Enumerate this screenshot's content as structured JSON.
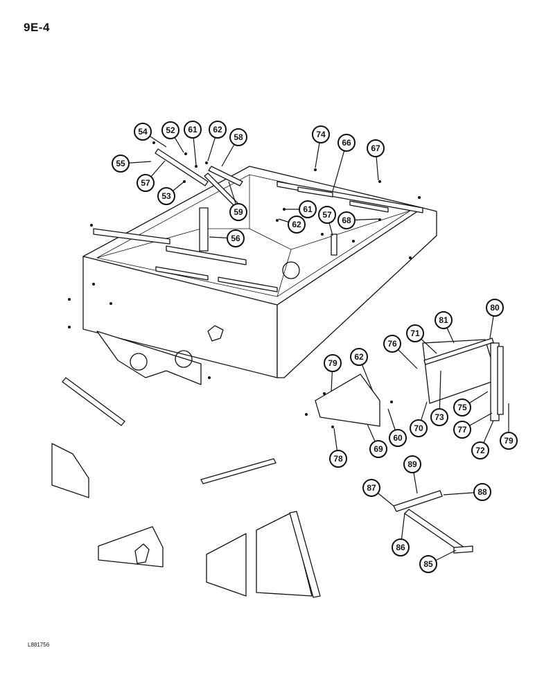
{
  "page": {
    "label": "9E-4",
    "drawing_code": "L881756"
  },
  "callouts": [
    {
      "id": "54",
      "label": "54"
    },
    {
      "id": "52",
      "label": "52"
    },
    {
      "id": "61a",
      "label": "61"
    },
    {
      "id": "62a",
      "label": "62"
    },
    {
      "id": "58",
      "label": "58"
    },
    {
      "id": "55",
      "label": "55"
    },
    {
      "id": "57a",
      "label": "57"
    },
    {
      "id": "53",
      "label": "53"
    },
    {
      "id": "59",
      "label": "59"
    },
    {
      "id": "74",
      "label": "74"
    },
    {
      "id": "66",
      "label": "66"
    },
    {
      "id": "67",
      "label": "67"
    },
    {
      "id": "61b",
      "label": "61"
    },
    {
      "id": "62b",
      "label": "62"
    },
    {
      "id": "57b",
      "label": "57"
    },
    {
      "id": "68",
      "label": "68"
    },
    {
      "id": "56",
      "label": "56"
    },
    {
      "id": "80",
      "label": "80"
    },
    {
      "id": "81",
      "label": "81"
    },
    {
      "id": "71",
      "label": "71"
    },
    {
      "id": "76",
      "label": "76"
    },
    {
      "id": "79a",
      "label": "79"
    },
    {
      "id": "62c",
      "label": "62"
    },
    {
      "id": "75",
      "label": "75"
    },
    {
      "id": "73",
      "label": "73"
    },
    {
      "id": "70",
      "label": "70"
    },
    {
      "id": "77",
      "label": "77"
    },
    {
      "id": "79b",
      "label": "79"
    },
    {
      "id": "72",
      "label": "72"
    },
    {
      "id": "60",
      "label": "60"
    },
    {
      "id": "69",
      "label": "69"
    },
    {
      "id": "78",
      "label": "78"
    },
    {
      "id": "89",
      "label": "89"
    },
    {
      "id": "87",
      "label": "87"
    },
    {
      "id": "88",
      "label": "88"
    },
    {
      "id": "86",
      "label": "86"
    },
    {
      "id": "85",
      "label": "85"
    }
  ]
}
